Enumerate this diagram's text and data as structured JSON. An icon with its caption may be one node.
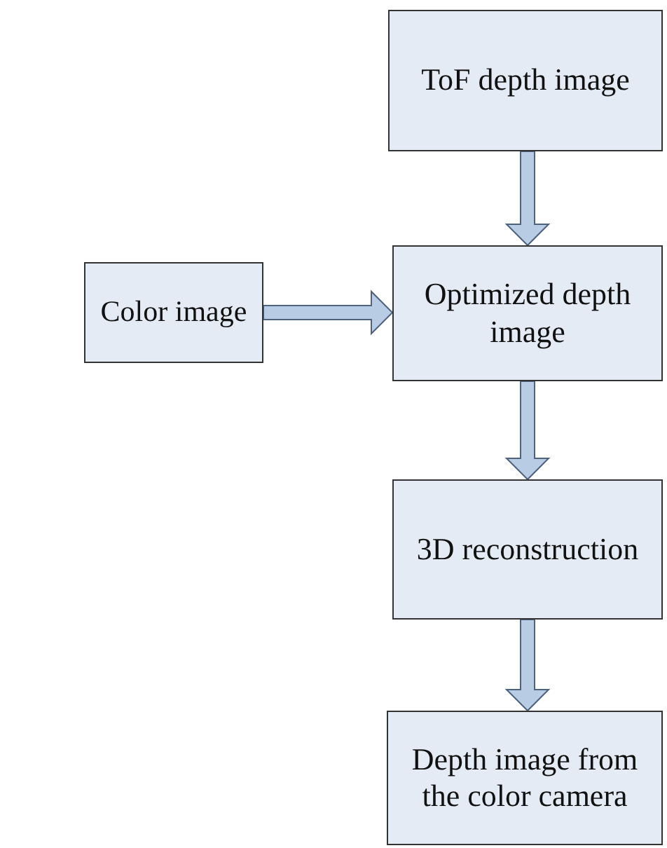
{
  "diagram": {
    "nodes": [
      {
        "text": [
          "ToF depth image"
        ]
      },
      {
        "text": [
          "Optimized depth image"
        ]
      },
      {
        "text": [
          "Color image"
        ]
      },
      {
        "text": [
          "3D reconstruction"
        ]
      },
      {
        "text": [
          "Depth image from the color camera"
        ]
      }
    ],
    "edges": [
      {
        "from": 0,
        "to": 1,
        "arrow": "to"
      },
      {
        "from": 2,
        "to": 1,
        "arrow": "to"
      },
      {
        "from": 1,
        "to": 3,
        "arrow": "to"
      },
      {
        "from": 3,
        "to": 4,
        "arrow": "to"
      }
    ]
  }
}
